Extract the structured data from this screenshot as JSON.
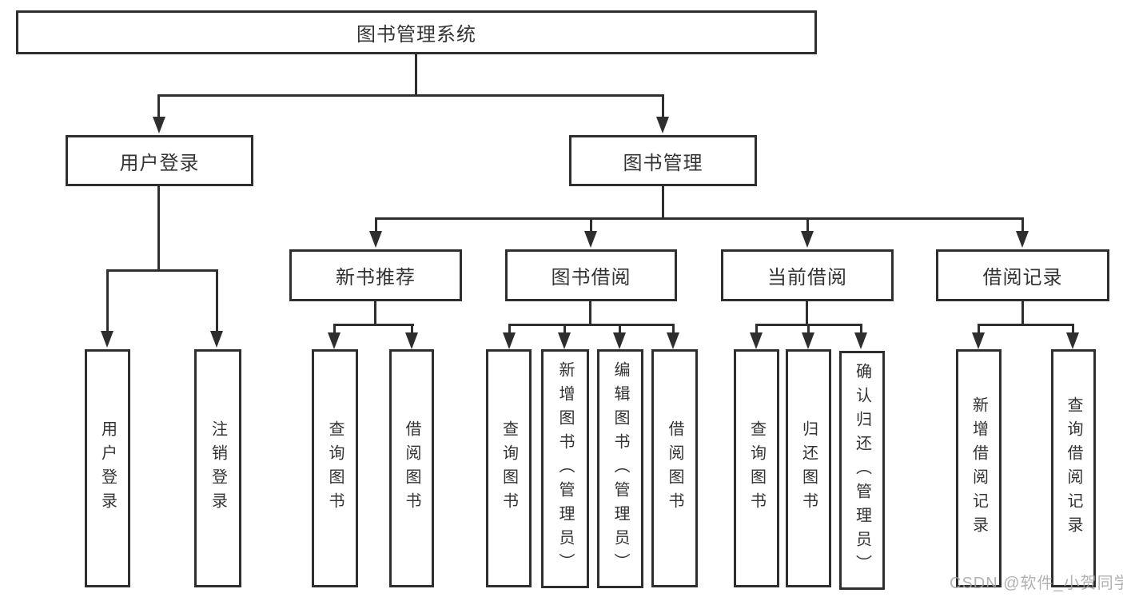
{
  "diagram": {
    "root": {
      "label": "图书管理系统"
    },
    "branches": {
      "user_login": {
        "label": "用户登录",
        "children": [
          "用户登录",
          "注销登录"
        ]
      },
      "book_mgmt": {
        "label": "图书管理",
        "sections": [
          {
            "label": "新书推荐",
            "children": [
              "查询图书",
              "借阅图书"
            ]
          },
          {
            "label": "图书借阅",
            "children": [
              "查询图书",
              "新增图书（管理员）",
              "编辑图书（管理员）",
              "借阅图书"
            ]
          },
          {
            "label": "当前借阅",
            "children": [
              "查询图书",
              "归还图书",
              "确认归还（管理员）"
            ]
          },
          {
            "label": "借阅记录",
            "children": [
              "新增借阅记录",
              "查询借阅记录"
            ]
          }
        ]
      }
    }
  },
  "colors": {
    "line": "#2e2e2e",
    "text": "#333333",
    "background": "#ffffff",
    "watermark": "#a5a5a5"
  },
  "watermark": {
    "text": "CSDN @软件_小贺同学"
  }
}
